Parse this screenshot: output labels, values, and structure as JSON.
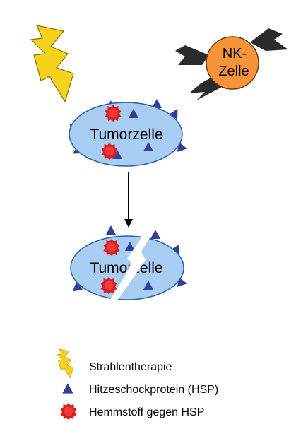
{
  "cell_before": {
    "label": "Tumorzelle"
  },
  "cell_after": {
    "label": "Tumorzelle"
  },
  "nk_cell": {
    "line1": "NK-",
    "line2": "Zelle"
  },
  "legend": {
    "radiation": "Strahlentherapie",
    "hsp": "Hitzeschockprotein (HSP)",
    "inhibitor": "Hemmstoff gegen HSP"
  },
  "colors": {
    "cell_fill": "#a8cdf2",
    "cell_stroke": "#2c5f9e",
    "hsp_blue": "#2f3f9a",
    "inhibitor_red": "#e32222",
    "nk_orange": "#f7933a",
    "bolt_yellow": "#f5d21c",
    "nk_receptor": "#2b2b2b"
  },
  "icons": [
    "lightning-bolt-icon",
    "hsp-triangle-icon",
    "inhibitor-star-icon",
    "arrow-down-icon"
  ]
}
